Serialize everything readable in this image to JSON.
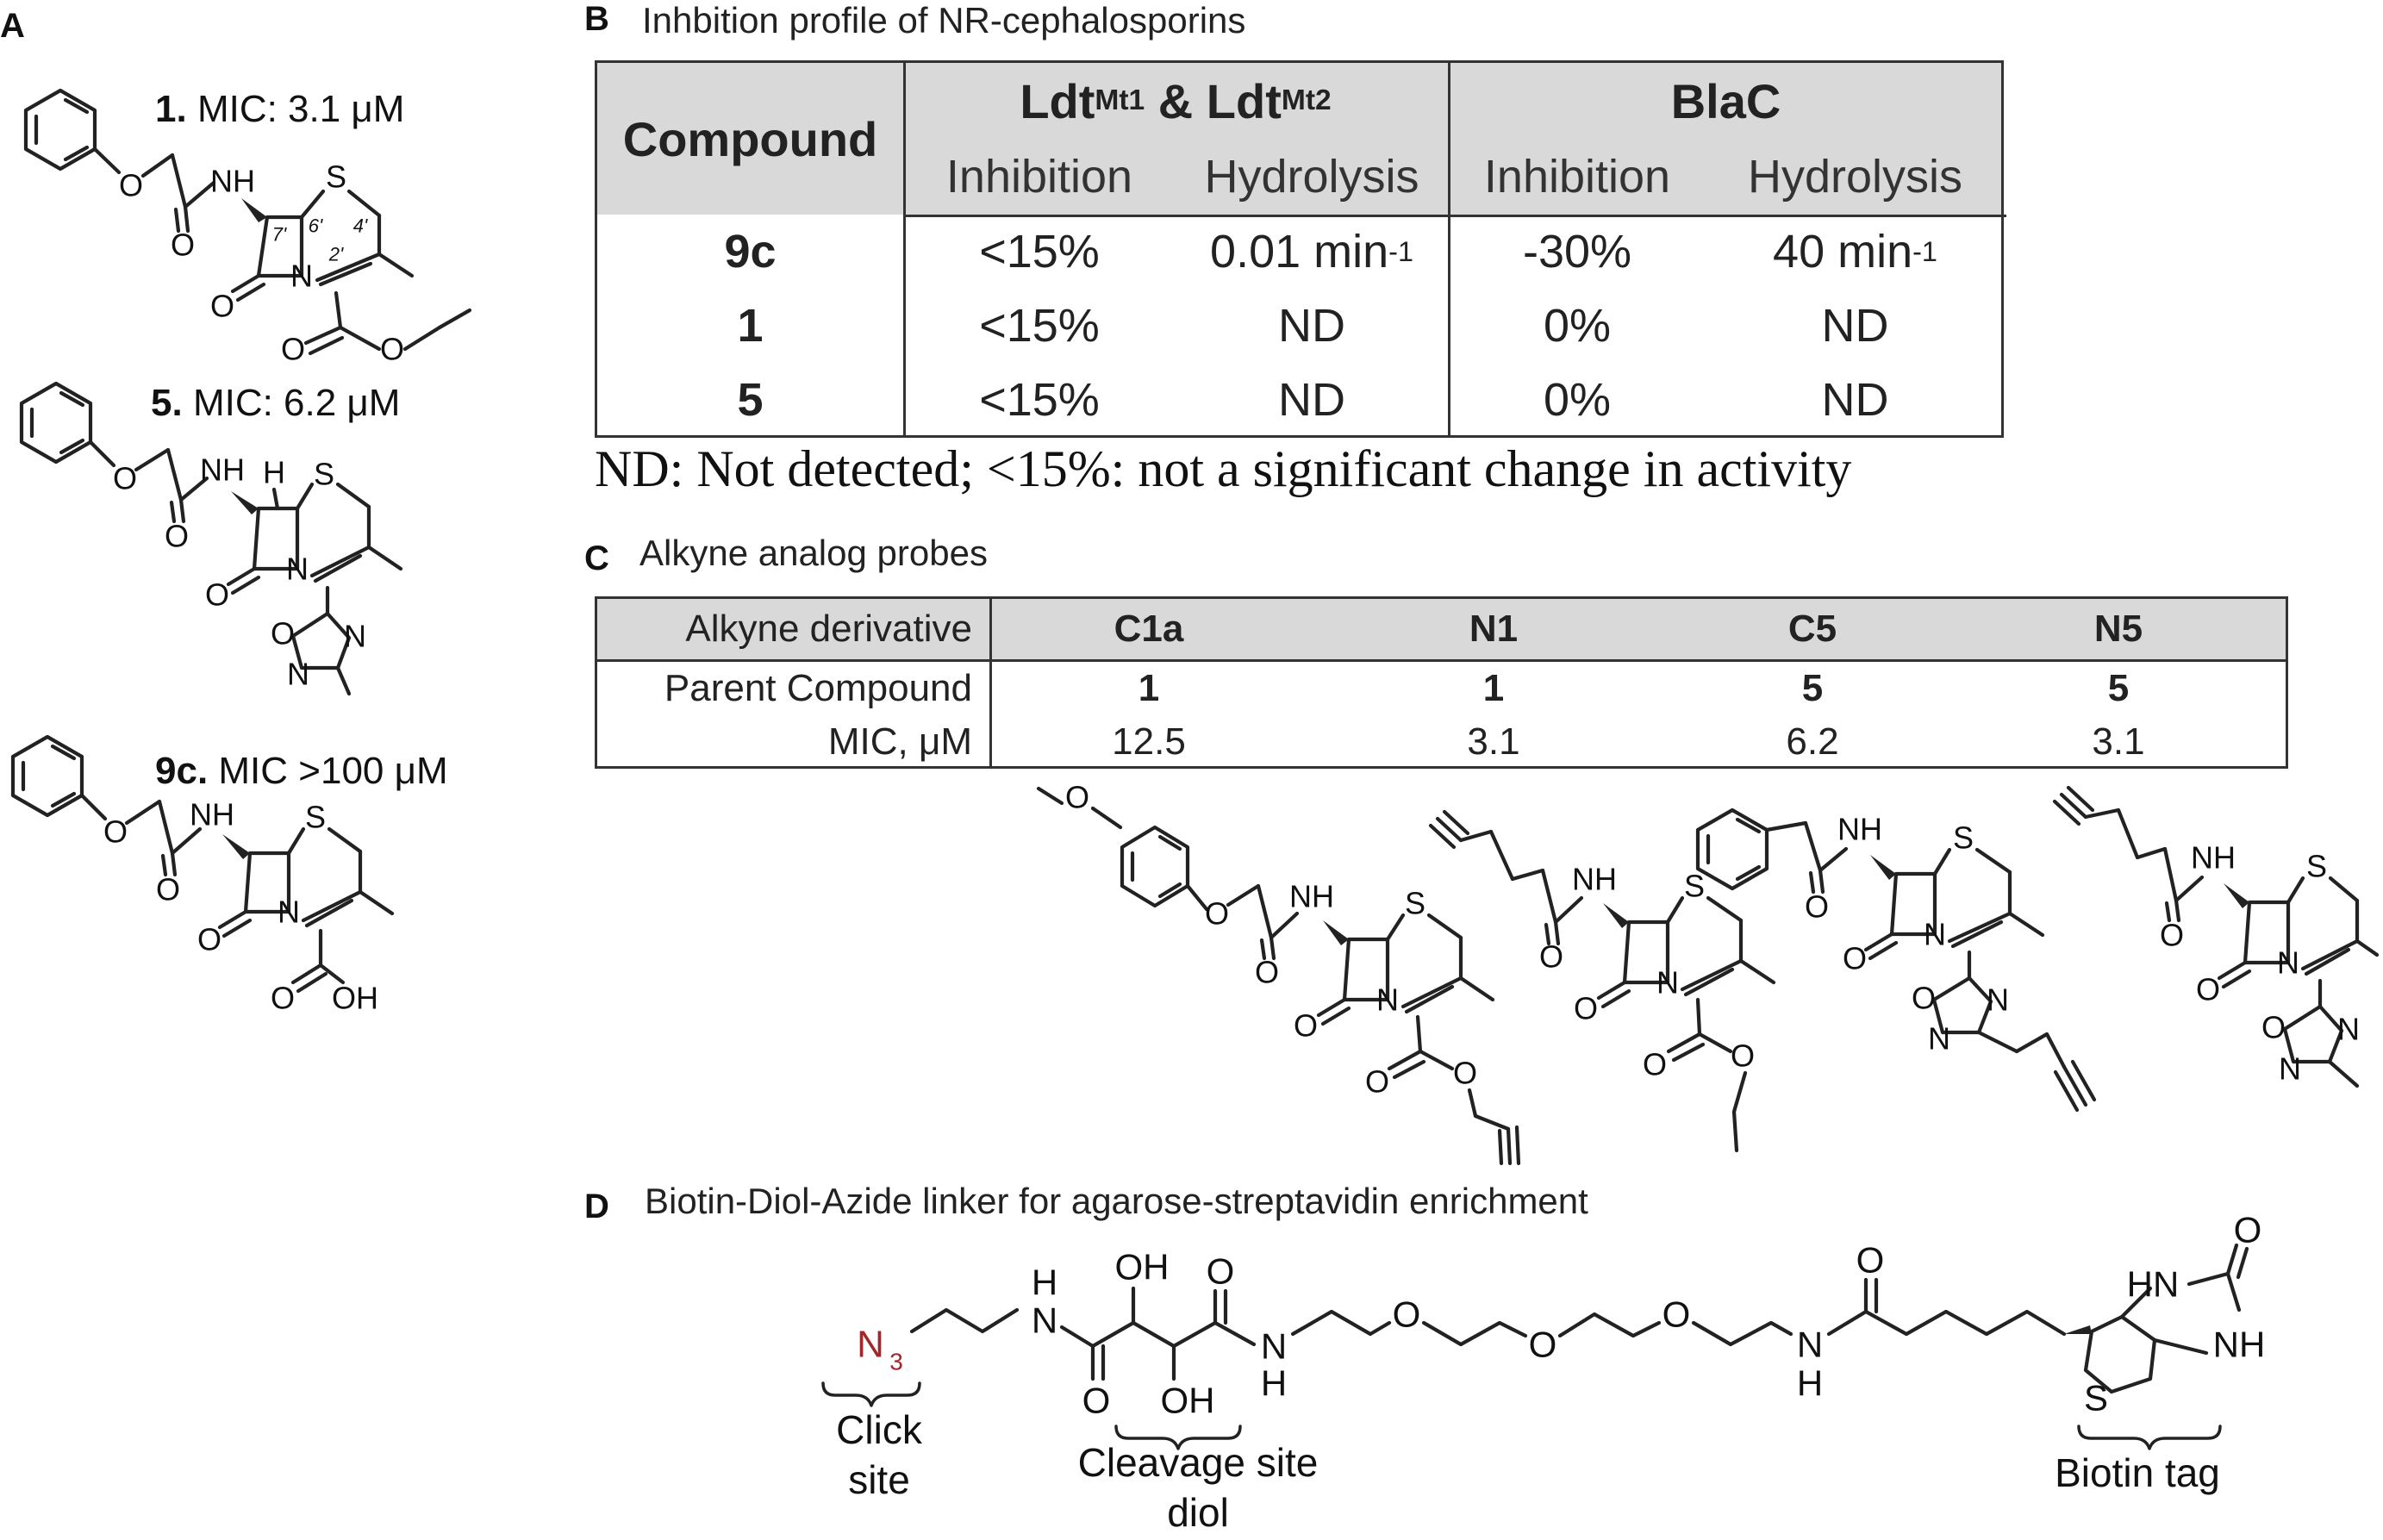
{
  "panels": {
    "A": {
      "letter": "A",
      "compounds": [
        {
          "id": "1.",
          "mic": "MIC: 3.1 μM"
        },
        {
          "id": "5.",
          "mic": "MIC: 6.2 μM"
        },
        {
          "id": "9c.",
          "mic": "MIC >100 μM"
        }
      ]
    },
    "B": {
      "letter": "B",
      "title": "Inhbition profile of NR-cephalosporins",
      "table": {
        "col_compound": "Compound",
        "group1_main": "Ldt",
        "group1_sub1": "Mt1",
        "group1_amp": " & Ldt",
        "group1_sub2": "Mt2",
        "group2": "BlaC",
        "sub_inhibition": "Inhibition",
        "sub_hydrolysis": "Hydrolysis",
        "rows": [
          {
            "compound": "9c",
            "ldt_inh": "<15%",
            "ldt_hyd": "0.01 min",
            "ldt_hyd_sup": "-1",
            "blac_inh": "-30%",
            "blac_hyd": "40 min",
            "blac_hyd_sup": "-1"
          },
          {
            "compound": "1",
            "ldt_inh": "<15%",
            "ldt_hyd": "ND",
            "ldt_hyd_sup": "",
            "blac_inh": "0%",
            "blac_hyd": "ND",
            "blac_hyd_sup": ""
          },
          {
            "compound": "5",
            "ldt_inh": "<15%",
            "ldt_hyd": "ND",
            "ldt_hyd_sup": "",
            "blac_inh": "0%",
            "blac_hyd": "ND",
            "blac_hyd_sup": ""
          }
        ]
      },
      "note": "ND: Not detected; <15%: not a significant change in activity"
    },
    "C": {
      "letter": "C",
      "title": "Alkyne analog probes",
      "table": {
        "row_labels": [
          "Alkyne derivative",
          "Parent Compound",
          "MIC, μM"
        ],
        "columns": [
          {
            "name": "C1a",
            "parent": "1",
            "mic": "12.5"
          },
          {
            "name": "N1",
            "parent": "1",
            "mic": "3.1"
          },
          {
            "name": "C5",
            "parent": "5",
            "mic": "6.2"
          },
          {
            "name": "N5",
            "parent": "5",
            "mic": "3.1"
          }
        ]
      }
    },
    "D": {
      "letter": "D",
      "title": "Biotin-Diol-Azide linker for agarose-streptavidin enrichment",
      "labels": {
        "click_1": "Click",
        "click_2": "site",
        "cleavage_1": "Cleavage site",
        "cleavage_2": "diol",
        "biotin": "Biotin tag"
      }
    }
  },
  "atoms": {
    "N": "N",
    "NH": "NH",
    "HN": "HN",
    "H": "H",
    "O": "O",
    "S": "S",
    "OH": "OH",
    "N3": "N",
    "N3_sub": "3",
    "loc_7": "7'",
    "loc_6": "6'",
    "loc_4": "4'",
    "loc_2": "2'"
  }
}
